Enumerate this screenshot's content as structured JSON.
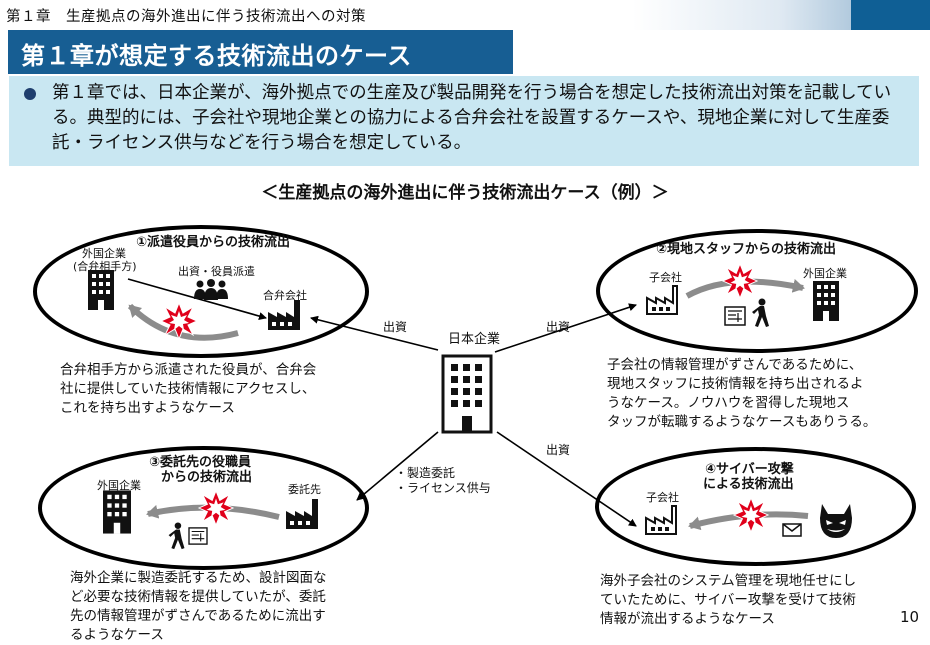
{
  "header": {
    "chapter_title": "第１章　生産拠点の海外進出に伴う技術流出への対策"
  },
  "slide_title": "第１章が想定する技術流出のケース",
  "summary": "第１章では、日本企業が、海外拠点での生産及び製品開発を行う場合を想定した技術流出対策を記載している。典型的には、子会社や現地企業との協力による合弁会社を設置するケースや、現地企業に対して生産委託・ライセンス供与などを行う場合を想定している。",
  "diagram": {
    "title": "＜生産拠点の海外進出に伴う技術流出ケース（例）＞",
    "center_label": "日本企業",
    "arrows": {
      "to_case1": "出資",
      "to_case2": "出資",
      "to_case4": "出資",
      "to_case3_line1": "・製造委託",
      "to_case3_line2": "・ライセンス供与"
    },
    "case1": {
      "title": "①派遣役員からの技術流出",
      "foreign_company_line1": "外国企業",
      "foreign_company_line2": "(合弁相手方)",
      "dispatch_label": "出資・役員派遣",
      "jv_label": "合弁会社",
      "description": [
        "合弁相手方から派遣された役員が、合弁会",
        "社に提供していた技術情報にアクセスし、",
        "これを持ち出すようなケース"
      ]
    },
    "case2": {
      "title": "②現地スタッフからの技術流出",
      "subsidiary_label": "子会社",
      "foreign_company_label": "外国企業",
      "description": [
        "子会社の情報管理がずさんであるために、",
        "現地スタッフに技術情報を持ち出されるよ",
        "うなケース。ノウハウを習得した現地ス",
        "タッフが転職するようなケースもありうる。"
      ]
    },
    "case3": {
      "title_line1": "③委託先の役職員",
      "title_line2": "からの技術流出",
      "foreign_company_label": "外国企業",
      "contractor_label": "委託先",
      "description": [
        "海外企業に製造委託するため、設計図面な",
        "ど必要な技術情報を提供していたが、委託",
        "先の情報管理がずさんであるために流出す",
        "るようなケース"
      ]
    },
    "case4": {
      "title_line1": "④サイバー攻撃",
      "title_line2": "による技術流出",
      "subsidiary_label": "子会社",
      "description": [
        "海外子会社のシステム管理を現地任せにし",
        "ていたために、サイバー攻撃を受けて技術",
        "情報が流出するようなケース"
      ]
    }
  },
  "page_number": "10",
  "colors": {
    "header_accent": "#0f5f95",
    "title_bar": "#175e93",
    "summary_bg": "#c9e7f2",
    "leak_red": "#e0001b",
    "flow_gray": "#8c8c8c"
  }
}
